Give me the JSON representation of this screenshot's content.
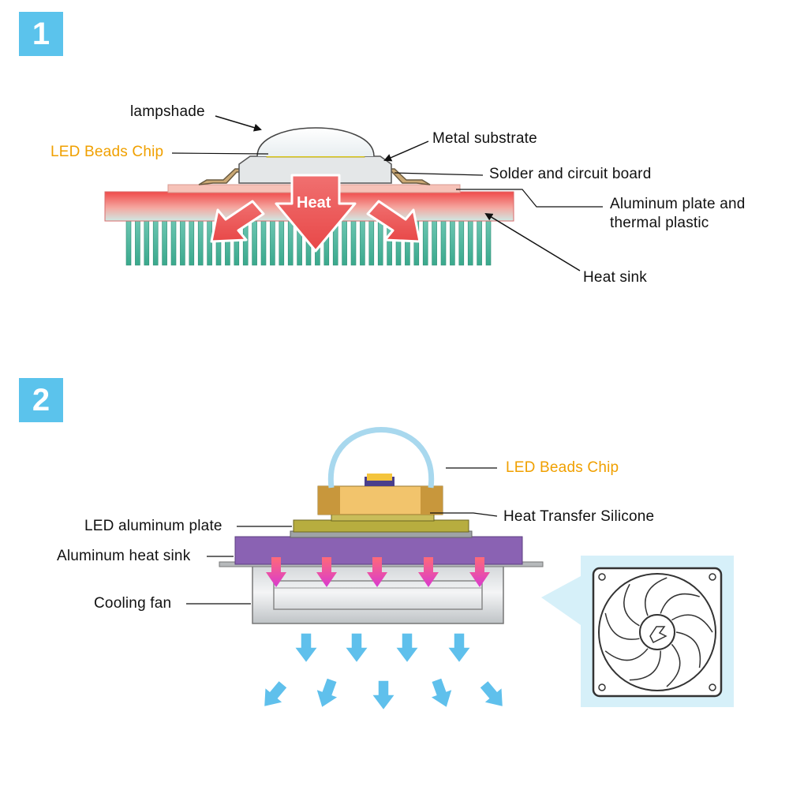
{
  "panels": [
    {
      "number": "1",
      "labels": {
        "lampshade": "lampshade",
        "led_chip": "LED Beads Chip",
        "metal_substrate": "Metal substrate",
        "solder": "Solder and circuit board",
        "aluminum_plate_line1": "Aluminum plate and",
        "aluminum_plate_line2": "thermal plastic",
        "heat_sink": "Heat sink",
        "heat": "Heat"
      }
    },
    {
      "number": "2",
      "labels": {
        "led_chip": "LED Beads Chip",
        "heat_transfer": "Heat Transfer Silicone",
        "led_plate": "LED aluminum plate",
        "heat_sink": "Aluminum heat sink",
        "cooling_fan": "Cooling fan"
      }
    }
  ],
  "colors": {
    "badge": "#5bc3ec",
    "label_accent": "#f0a000",
    "heat_arrow": "#ef5b5b",
    "fin_green": "#3fae93",
    "purple_sink": "#8a62b3",
    "airflow_blue": "#5fc0ec",
    "pink_arrow": "#e83ea0"
  }
}
